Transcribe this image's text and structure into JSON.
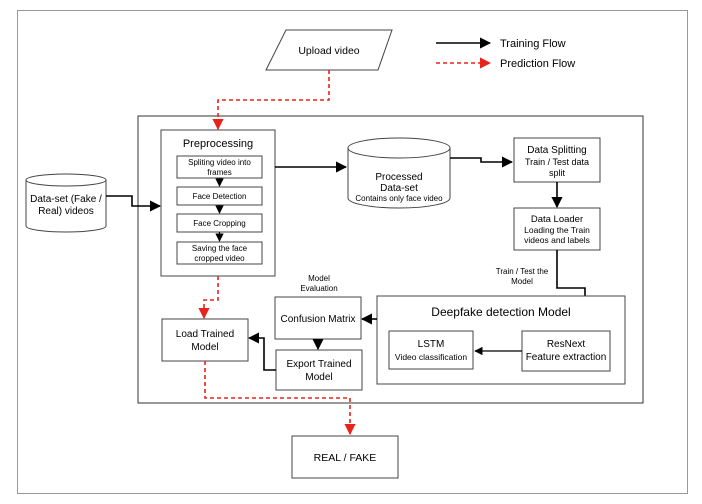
{
  "upload": "Upload video",
  "legend": {
    "training": "Training Flow",
    "prediction": "Prediction Flow"
  },
  "dataset": [
    "Data-set (Fake /",
    "Real) videos"
  ],
  "preprocessing": {
    "title": "Preprocessing",
    "steps": [
      [
        "Spliting video into",
        "frames"
      ],
      [
        "Face Detection"
      ],
      [
        "Face Cropping"
      ],
      [
        "Saving the face",
        "cropped video"
      ]
    ]
  },
  "processed": [
    "Processed",
    "Data-set",
    "Contains only face video"
  ],
  "splitting": [
    "Data Splitting",
    "Train / Test data",
    "split"
  ],
  "loader": [
    "Data Loader",
    "Loading the Train",
    "videos and labels"
  ],
  "train_test_label": [
    "Train / Test the",
    "Model"
  ],
  "model": {
    "title": "Deepfake detection Model",
    "resnext": [
      "ResNext",
      "Feature extraction"
    ],
    "lstm": [
      "LSTM",
      "Video classification"
    ]
  },
  "evaluation_label": [
    "Model",
    "Evaluation"
  ],
  "confusion": "Confusion Matrix",
  "export": [
    "Export Trained",
    "Model"
  ],
  "load": [
    "Load Trained",
    "Model"
  ],
  "result": "REAL / FAKE",
  "colors": {
    "training_flow": "#000000",
    "prediction_flow": "#e8231c",
    "box_border": "#555555"
  }
}
